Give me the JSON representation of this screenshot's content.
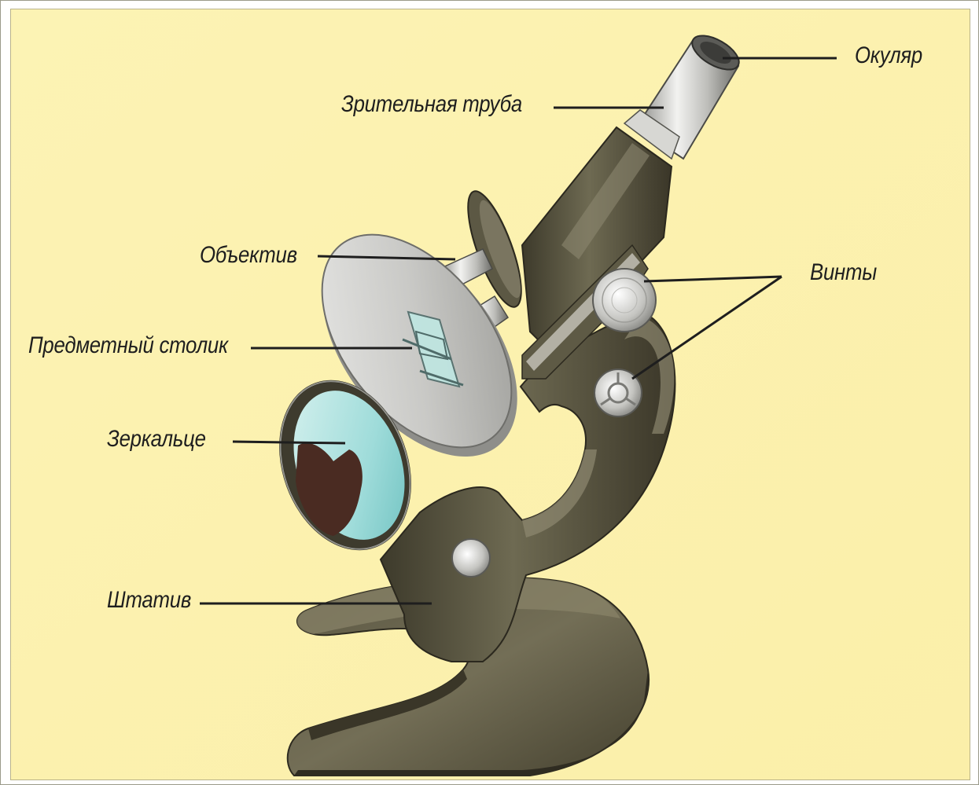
{
  "labels": {
    "eyepiece": "Окуляр",
    "tube": "Зрительная труба",
    "objective": "Объектив",
    "screws": "Винты",
    "stage": "Предметный столик",
    "mirror": "Зеркальце",
    "stand": "Штатив"
  },
  "colors": {
    "background": "#fcf3b4",
    "metal_dark": "#4e4a38",
    "metal_light": "#d9d9d6",
    "mirror_glass": "#9fdcda",
    "leader_line": "#1e1e1e"
  }
}
